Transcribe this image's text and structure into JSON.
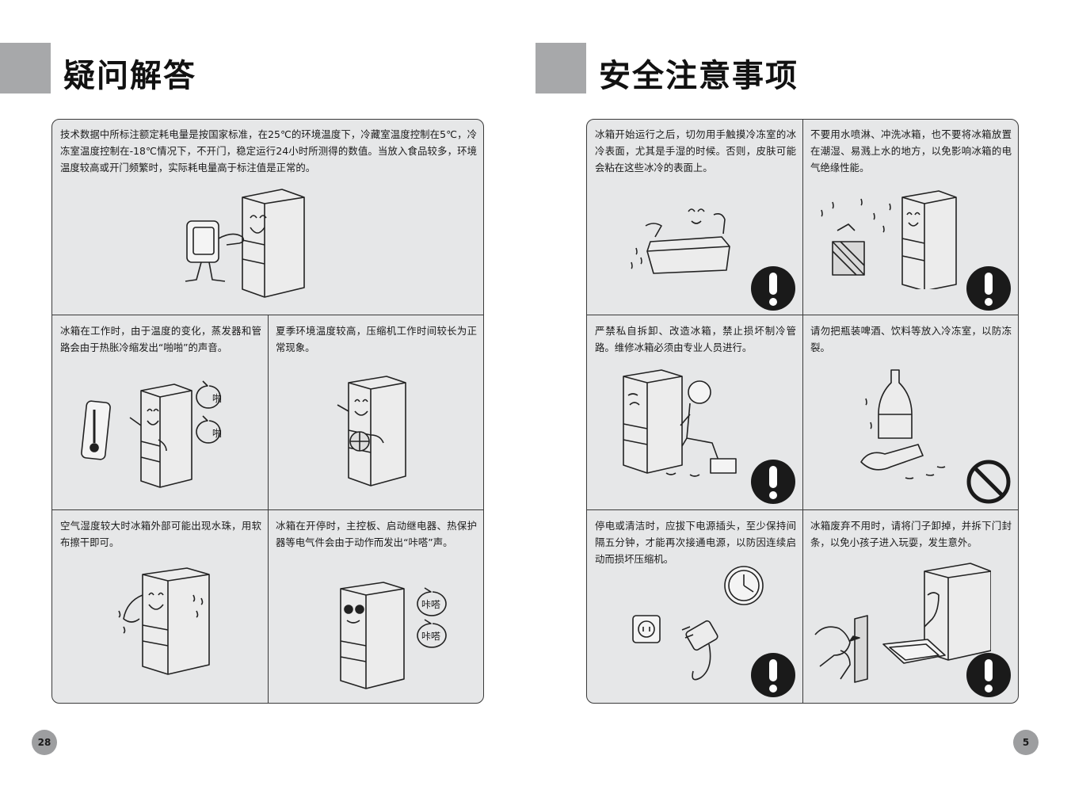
{
  "left_page": {
    "title": "疑问解答",
    "page_number": "28",
    "cells": [
      {
        "text": "技术数据中所标注额定耗电量是按国家标准，在25℃的环境温度下，冷藏室温度控制在5℃，冷冻室温度控制在-18℃情况下，不开门，稳定运行24小时所测得的数值。当放入食品较多，环境温度较高或开门频繁时，实际耗电量高于标注值是正常的。"
      },
      {
        "text": "冰箱在工作时，由于温度的变化，蒸发器和管路会由于热胀冷缩发出“啪啪”的声音。",
        "bubbles": [
          "啪",
          "啪"
        ]
      },
      {
        "text": "夏季环境温度较高，压缩机工作时间较长为正常现象。"
      },
      {
        "text": "空气湿度较大时冰箱外部可能出现水珠，用软布擦干即可。"
      },
      {
        "text": "冰箱在开停时，主控板、启动继电器、热保护器等电气件会由于动作而发出“咔嗒”声。",
        "bubbles": [
          "咔嗒",
          "咔嗒"
        ]
      }
    ]
  },
  "right_page": {
    "title": "安全注意事项",
    "page_number": "5",
    "cells": [
      {
        "text": "冰箱开始运行之后，切勿用手触摸冷冻室的冰冷表面，尤其是手湿的时候。否则，皮肤可能会粘在这些冰冷的表面上。",
        "icon": "exclamation-icon"
      },
      {
        "text": "不要用水喷淋、冲洗冰箱，也不要将冰箱放置在潮湿、易溅上水的地方，以免影响冰箱的电气绝缘性能。",
        "icon": "exclamation-icon"
      },
      {
        "text": "严禁私自拆卸、改造冰箱，禁止损坏制冷管路。维修冰箱必须由专业人员进行。",
        "icon": "exclamation-icon"
      },
      {
        "text": "请勿把瓶装啤酒、饮料等放入冷冻室，以防冻裂。",
        "icon": "prohibition-icon"
      },
      {
        "text": "停电或清洁时，应拔下电源插头，至少保持间隔五分钟，才能再次接通电源，以防因连续启动而损坏压缩机。",
        "icon": "exclamation-icon"
      },
      {
        "text": "冰箱废弃不用时，请将门子卸掉，并拆下门封条，以免小孩子进入玩耍，发生意外。",
        "icon": "exclamation-icon"
      }
    ]
  },
  "colors": {
    "panel_bg": "#e6e7e8",
    "title_block": "#a7a8aa",
    "border": "#3a3a3a",
    "icon_fill": "#1a1a1a"
  }
}
